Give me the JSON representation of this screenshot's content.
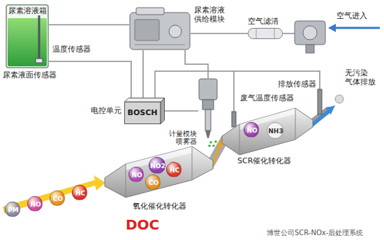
{
  "diagram": {
    "nodes": [
      {
        "text": [
          "尿素溶液箱"
        ]
      },
      {
        "text": [
          "尿素溶液 供给模块"
        ]
      },
      {
        "text": [
          "空气滤清"
        ]
      },
      {
        "text": [
          "电控单元",
          "BOSCH"
        ]
      },
      {
        "text": [
          "计量模块 喷雾器"
        ]
      },
      {
        "text": [
          "PM"
        ]
      },
      {
        "text": [
          "NO"
        ]
      },
      {
        "text": [
          "CO"
        ]
      },
      {
        "text": [
          "HC"
        ]
      },
      {
        "text": [
          "氧化催化转化器"
        ]
      },
      {
        "text": [
          "NO"
        ],
        "in": 9
      },
      {
        "text": [
          "NO2"
        ],
        "in": 9
      },
      {
        "text": [
          "CO"
        ],
        "in": 9
      },
      {
        "text": [
          "HC"
        ],
        "in": 9
      },
      {
        "text": [
          "SCR催化转化器"
        ]
      },
      {
        "text": [
          "NO"
        ],
        "in": 14
      },
      {
        "text": [
          "NH3"
        ],
        "in": 14
      }
    ],
    "edges": [
      {
        "from": 0,
        "to": 1,
        "arrow": "none"
      },
      {
        "from": 1,
        "to": 2,
        "arrow": "none"
      },
      {
        "from": 1,
        "to": 4,
        "arrow": "none"
      },
      {
        "from": 1,
        "to": 3,
        "arrow": "none"
      },
      {
        "from": 3,
        "to": 4,
        "arrow": "none"
      },
      {
        "from": 0,
        "to": 3,
        "arrow": "none"
      },
      {
        "from": 9,
        "to": 14,
        "arrow": "to"
      }
    ],
    "labels": [
      "温度传感器",
      "尿素液面传感器",
      "空气进入",
      "排放传感器",
      "废气温度传感器",
      "无污染 气体排放",
      "DOC",
      "博世公司SCR-NOx-后处理系统"
    ]
  }
}
